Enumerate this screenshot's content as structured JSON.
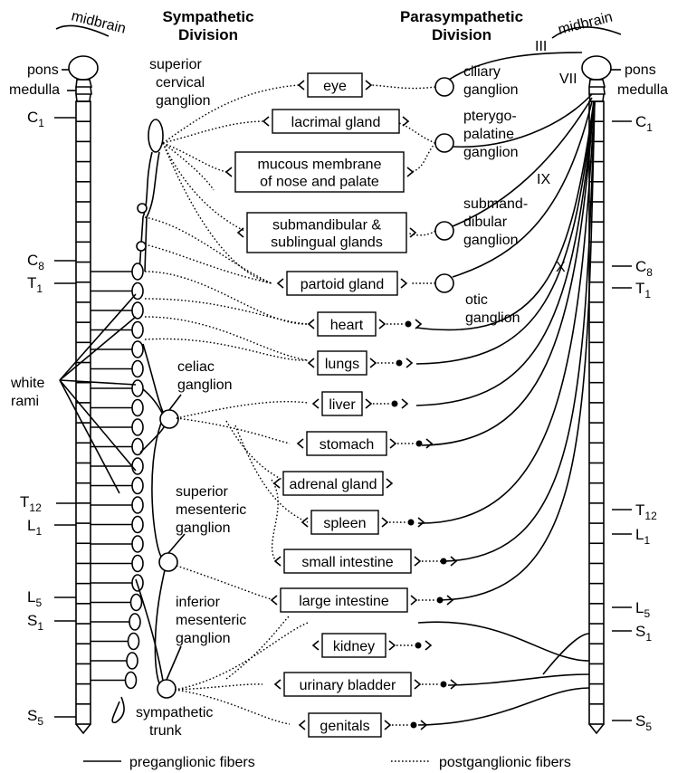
{
  "headers": {
    "sympathetic": [
      "Sympathetic",
      "Division"
    ],
    "parasympathetic": [
      "Parasympathetic",
      "Division"
    ]
  },
  "brain_labels": {
    "midbrain": "midbrain",
    "pons": "pons",
    "medulla": "medulla"
  },
  "segments": {
    "C1": {
      "main": "C",
      "sub": "1"
    },
    "C8": {
      "main": "C",
      "sub": "8"
    },
    "T1": {
      "main": "T",
      "sub": "1"
    },
    "T12": {
      "main": "T",
      "sub": "12"
    },
    "L1": {
      "main": "L",
      "sub": "1"
    },
    "L5": {
      "main": "L",
      "sub": "5"
    },
    "S1": {
      "main": "S",
      "sub": "1"
    },
    "S5": {
      "main": "S",
      "sub": "5"
    }
  },
  "cranial_nerves": [
    "III",
    "VII",
    "IX",
    "X"
  ],
  "sympathetic_labels": {
    "superior_cervical_ganglion": [
      "superior",
      "cervical",
      "ganglion"
    ],
    "white_rami": [
      "white",
      "rami"
    ],
    "celiac_ganglion": [
      "celiac",
      "ganglion"
    ],
    "superior_mesenteric_ganglion": [
      "superior",
      "mesenteric",
      "ganglion"
    ],
    "inferior_mesenteric_ganglion": [
      "inferior",
      "mesenteric",
      "ganglion"
    ],
    "sympathetic_trunk": [
      "sympathetic",
      "trunk"
    ]
  },
  "parasympathetic_ganglia": {
    "ciliary": [
      "ciliary",
      "ganglion"
    ],
    "pterygopalatine": [
      "pterygo-",
      "palatine",
      "ganglion"
    ],
    "submandibular": [
      "submand-",
      "dibular",
      "ganglion"
    ],
    "otic": [
      "otic",
      "ganglion"
    ]
  },
  "organs": [
    {
      "id": "eye",
      "lines": [
        "eye"
      ]
    },
    {
      "id": "lacrimal",
      "lines": [
        "lacrimal gland"
      ]
    },
    {
      "id": "mucous",
      "lines": [
        "mucous membrane",
        "of nose and palate"
      ]
    },
    {
      "id": "submandibular",
      "lines": [
        "submandibular &",
        "sublingual glands"
      ]
    },
    {
      "id": "partoid",
      "lines": [
        "partoid gland"
      ]
    },
    {
      "id": "heart",
      "lines": [
        "heart"
      ]
    },
    {
      "id": "lungs",
      "lines": [
        "lungs"
      ]
    },
    {
      "id": "liver",
      "lines": [
        "liver"
      ]
    },
    {
      "id": "stomach",
      "lines": [
        "stomach"
      ]
    },
    {
      "id": "adrenal",
      "lines": [
        "adrenal gland"
      ]
    },
    {
      "id": "spleen",
      "lines": [
        "spleen"
      ]
    },
    {
      "id": "small_intestine",
      "lines": [
        "small intestine"
      ]
    },
    {
      "id": "large_intestine",
      "lines": [
        "large intestine"
      ]
    },
    {
      "id": "kidney",
      "lines": [
        "kidney"
      ]
    },
    {
      "id": "urinary_bladder",
      "lines": [
        "urinary bladder"
      ]
    },
    {
      "id": "genitals",
      "lines": [
        "genitals"
      ]
    }
  ],
  "legend": {
    "preganglionic": "preganglionic fibers",
    "postganglionic": "postganglionic fibers"
  }
}
